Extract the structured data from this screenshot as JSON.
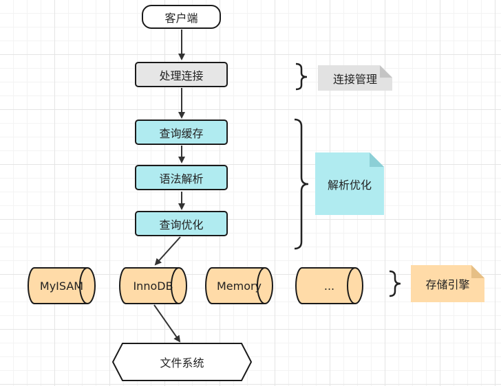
{
  "client": "客户端",
  "stages": {
    "connection": "处理连接",
    "query_cache": "查询缓存",
    "parse": "语法解析",
    "optimize": "查询优化"
  },
  "engines": [
    "MyISAM",
    "InnoDB",
    "Memory",
    "..."
  ],
  "filesystem": "文件系统",
  "notes": {
    "connection_mgmt": "连接管理",
    "parse_optimize": "解析优化",
    "storage_engine": "存储引擎"
  },
  "colors": {
    "gray_fill": "#e6e6e6",
    "cyan_fill": "#b0ebf0",
    "orange_fill": "#ffdba8",
    "note_gray": "#e0e0e0",
    "note_cyan": "#b0ebf0",
    "note_orange": "#ffdba8"
  }
}
